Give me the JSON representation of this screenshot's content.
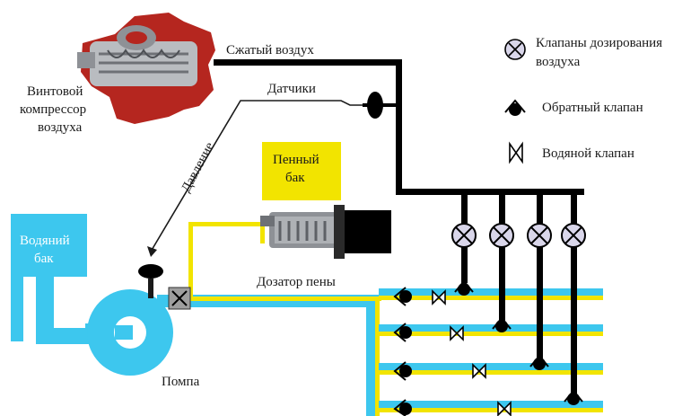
{
  "labels": {
    "compressor": [
      "Винтовой",
      "компрессор",
      "воздуха"
    ],
    "compressed_air": "Сжатый воздух",
    "sensors": "Датчики",
    "pressure": "Давление",
    "foam_tank": [
      "Пенный",
      "бак"
    ],
    "water_tank": [
      "Водяний",
      "бак"
    ],
    "foam_dispenser": "Дозатор пены",
    "pump": "Помпа"
  },
  "legend": {
    "air_valve": [
      "Клапаны дозирования",
      "воздуха"
    ],
    "check_valve": "Обратный клапан",
    "water_valve": "Водяной клапан"
  },
  "colors": {
    "water": "#3dc7ee",
    "foam": "#f2e400",
    "air": "#000000",
    "valve_fill": "#d9d6ea",
    "compressor_red": "#b5261f",
    "compressor_grey": "#b9bcc0"
  }
}
